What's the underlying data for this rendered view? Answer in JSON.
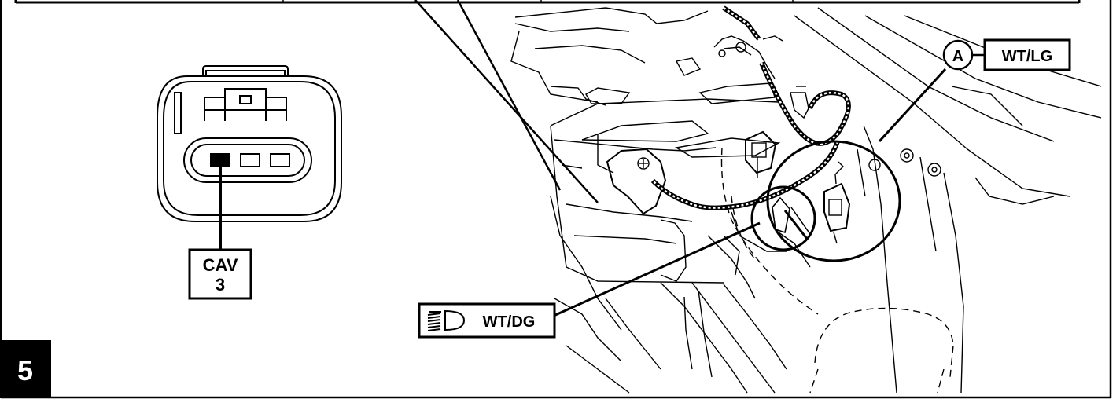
{
  "figure": {
    "step_number": "5",
    "connector": {
      "cavity_label_line1": "CAV",
      "cavity_label_line2": "3"
    },
    "callouts": {
      "circle_label": "A",
      "wire_color_a": "WT/LG",
      "wire_color_headlamp": "WT/DG"
    },
    "icons": [
      "headlamp-icon",
      "circle-a-icon"
    ]
  }
}
